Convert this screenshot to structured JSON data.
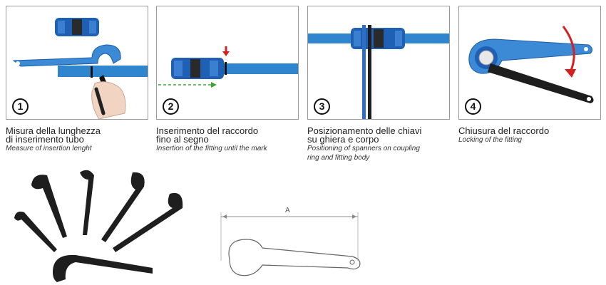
{
  "steps": [
    {
      "number": "1",
      "label_it_line1": "Misura della lunghezza",
      "label_it_line2": "di inserimento tubo",
      "label_en_line1": "Measure of insertion lenght",
      "label_en_line2": ""
    },
    {
      "number": "2",
      "label_it_line1": "Inserimento del raccordo",
      "label_it_line2": "fino al segno",
      "label_en_line1": "Insertion of the fitting until the mark",
      "label_en_line2": ""
    },
    {
      "number": "3",
      "label_it_line1": "Posizionamento delle chiavi",
      "label_it_line2": "su ghiera e corpo",
      "label_en_line1": "Positioning of spanners on coupling",
      "label_en_line2": "ring and fitting body"
    },
    {
      "number": "4",
      "label_it_line1": "Chiusura del raccordo",
      "label_it_line2": "",
      "label_en_line1": "Locking of the fitting",
      "label_en_line2": ""
    }
  ],
  "dimension_label": "A",
  "colors": {
    "pipe_blue": "#2f86cf",
    "fitting_blue": "#1f5fb4",
    "arrow_red": "#d32020",
    "arrow_green": "#3aa535",
    "wrench_black": "#1e1e1e"
  }
}
